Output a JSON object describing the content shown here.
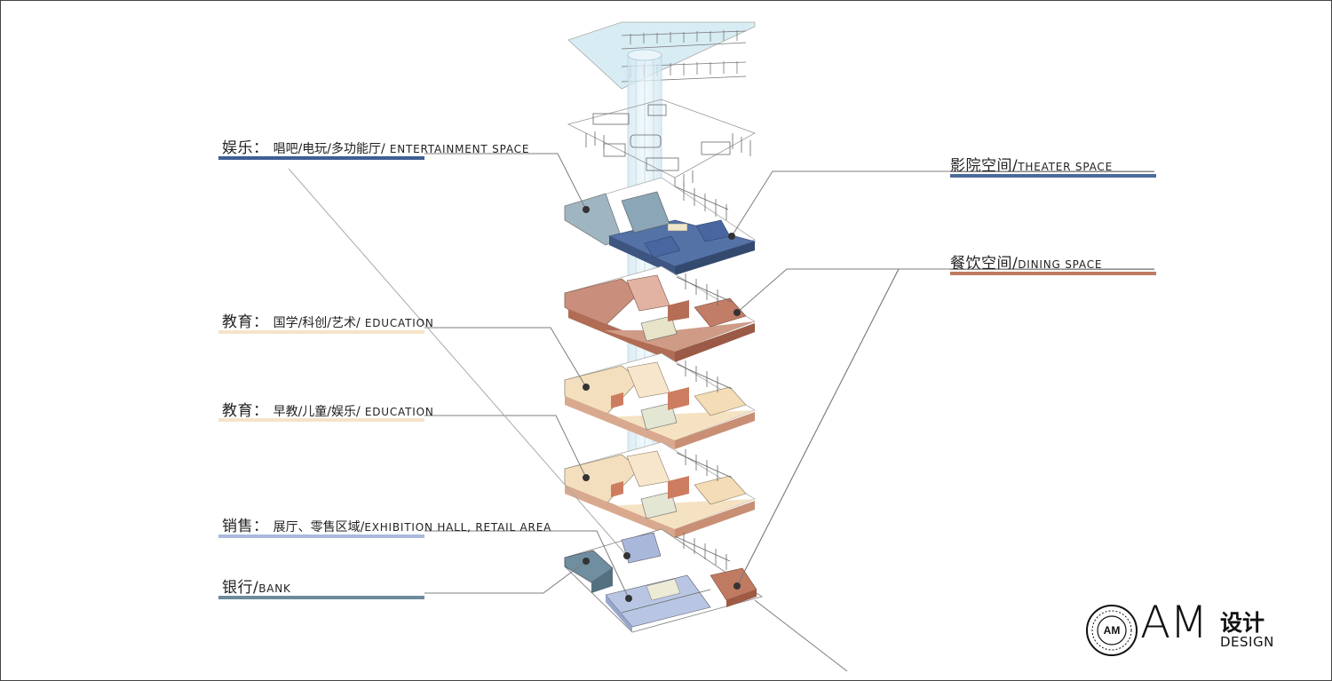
{
  "labels": {
    "entertainment": {
      "zh": "娱乐：",
      "sub": "唱吧/电玩/多功能厅/",
      "en": "ENTERTAINMENT SPACE"
    },
    "theater": {
      "zh": "影院空间/",
      "en": "THEATER SPACE"
    },
    "dining": {
      "zh": "餐饮空间/",
      "en": "DINING SPACE"
    },
    "education1": {
      "zh": "教育：",
      "sub": "国学/科创/艺术/",
      "en": "EDUCATION"
    },
    "education2": {
      "zh": "教育：",
      "sub": "早教/儿童/娱乐/",
      "en": "EDUCATION"
    },
    "sales": {
      "zh": "销售：",
      "sub": "展厅、零售区域/",
      "en": "EXHIBITION HALL, RETAIL AREA"
    },
    "bank": {
      "zh": "银行/",
      "en": "BANK"
    }
  },
  "logo": {
    "mark": "AM",
    "name": "AM",
    "cn": "设计",
    "en": "DESIGN"
  },
  "colors": {
    "blue": "#4f6d9b",
    "blue_light": "#a9b8da",
    "slate": "#6f8ea0",
    "terracotta": "#c07a62",
    "pink": "#c79a8c",
    "cream": "#f3dfbd",
    "peach": "#e6a98a",
    "glass": "#dbeef6"
  }
}
